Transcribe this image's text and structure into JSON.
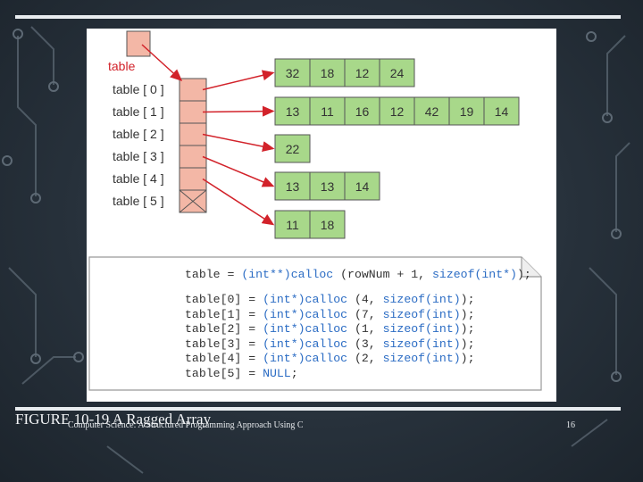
{
  "diagram": {
    "pointer_label": "table",
    "rows": [
      {
        "label": "table [ 0 ]",
        "values": [
          "32",
          "18",
          "12",
          "24"
        ]
      },
      {
        "label": "table [ 1 ]",
        "values": [
          "13",
          "11",
          "16",
          "12",
          "42",
          "19",
          "14"
        ]
      },
      {
        "label": "table [ 2 ]",
        "values": [
          "22"
        ]
      },
      {
        "label": "table [ 3 ]",
        "values": []
      },
      {
        "label": "table [ 4 ]",
        "values": [
          "13",
          "13",
          "14"
        ]
      },
      {
        "label": "table [ 5 ]",
        "values": []
      }
    ],
    "arrays": [
      {
        "values": [
          "32",
          "18",
          "12",
          "24"
        ]
      },
      {
        "values": [
          "13",
          "11",
          "16",
          "12",
          "42",
          "19",
          "14"
        ]
      },
      {
        "values": [
          "22"
        ]
      },
      {
        "values": [
          "13",
          "13",
          "14"
        ]
      },
      {
        "values": [
          "11",
          "18"
        ]
      }
    ],
    "colors": {
      "pointer_cell": "#f3b7a6",
      "array_cell": "#a8d88a",
      "arrow": "#d2222a",
      "cell_border": "#555555"
    }
  },
  "code": {
    "line0": {
      "pre": "table = ",
      "p1": "(int**)calloc",
      "mid": " (rowNum + 1, ",
      "p2": "sizeof(int*)",
      "post": ");"
    },
    "lines": [
      {
        "pre": "table[0] = ",
        "p1": "(int*)calloc",
        "mid": " (4, ",
        "p2": "sizeof(int)",
        "post": ");"
      },
      {
        "pre": "table[1] = ",
        "p1": "(int*)calloc",
        "mid": " (7, ",
        "p2": "sizeof(int)",
        "post": ");"
      },
      {
        "pre": "table[2] = ",
        "p1": "(int*)calloc",
        "mid": " (1, ",
        "p2": "sizeof(int)",
        "post": ");"
      },
      {
        "pre": "table[3] = ",
        "p1": "(int*)calloc",
        "mid": " (3, ",
        "p2": "sizeof(int)",
        "post": ");"
      },
      {
        "pre": "table[4] = ",
        "p1": "(int*)calloc",
        "mid": " (2, ",
        "p2": "sizeof(int)",
        "post": ");"
      },
      {
        "pre": "table[5] = ",
        "p1": "NULL",
        "mid": ";",
        "p2": "",
        "post": ""
      }
    ]
  },
  "caption": {
    "title": "FIGURE 10-19 A Ragged Array",
    "subtitle": "Computer Science: A Structured Programming Approach Using C",
    "page_number": "16"
  }
}
